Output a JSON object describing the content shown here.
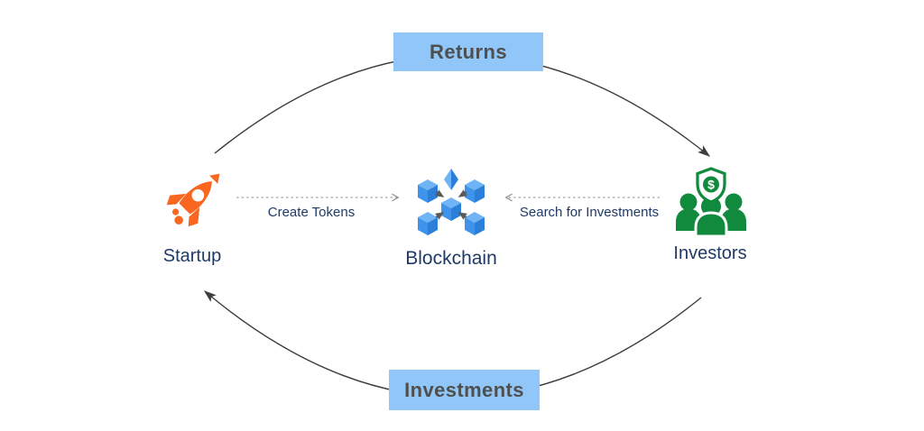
{
  "diagram": {
    "flow_boxes": {
      "returns": {
        "label": "Returns"
      },
      "investments": {
        "label": "Investments"
      }
    },
    "nodes": {
      "startup": {
        "label": "Startup",
        "icon": "rocket-icon"
      },
      "blockchain": {
        "label": "Blockchain",
        "icon": "blockchain-cubes-icon"
      },
      "investors": {
        "label": "Investors",
        "icon": "investors-shield-dollar-icon",
        "dollar_glyph": "$"
      }
    },
    "edge_labels": {
      "create_tokens": "Create Tokens",
      "search_for_investments": "Search for Investments"
    },
    "colors": {
      "box_bg": "#90c7f8",
      "box_text": "#4f4f4f",
      "label_navy": "#1f3a66",
      "rocket_orange": "#f9661f",
      "cube_top": "#6fb5f5",
      "cube_left": "#3f93ea",
      "cube_right": "#2b7fd9",
      "investor_green": "#118a3e",
      "curve_arrow": "#3d3d3d",
      "dashed_arrow": "#8f8f8f"
    }
  }
}
